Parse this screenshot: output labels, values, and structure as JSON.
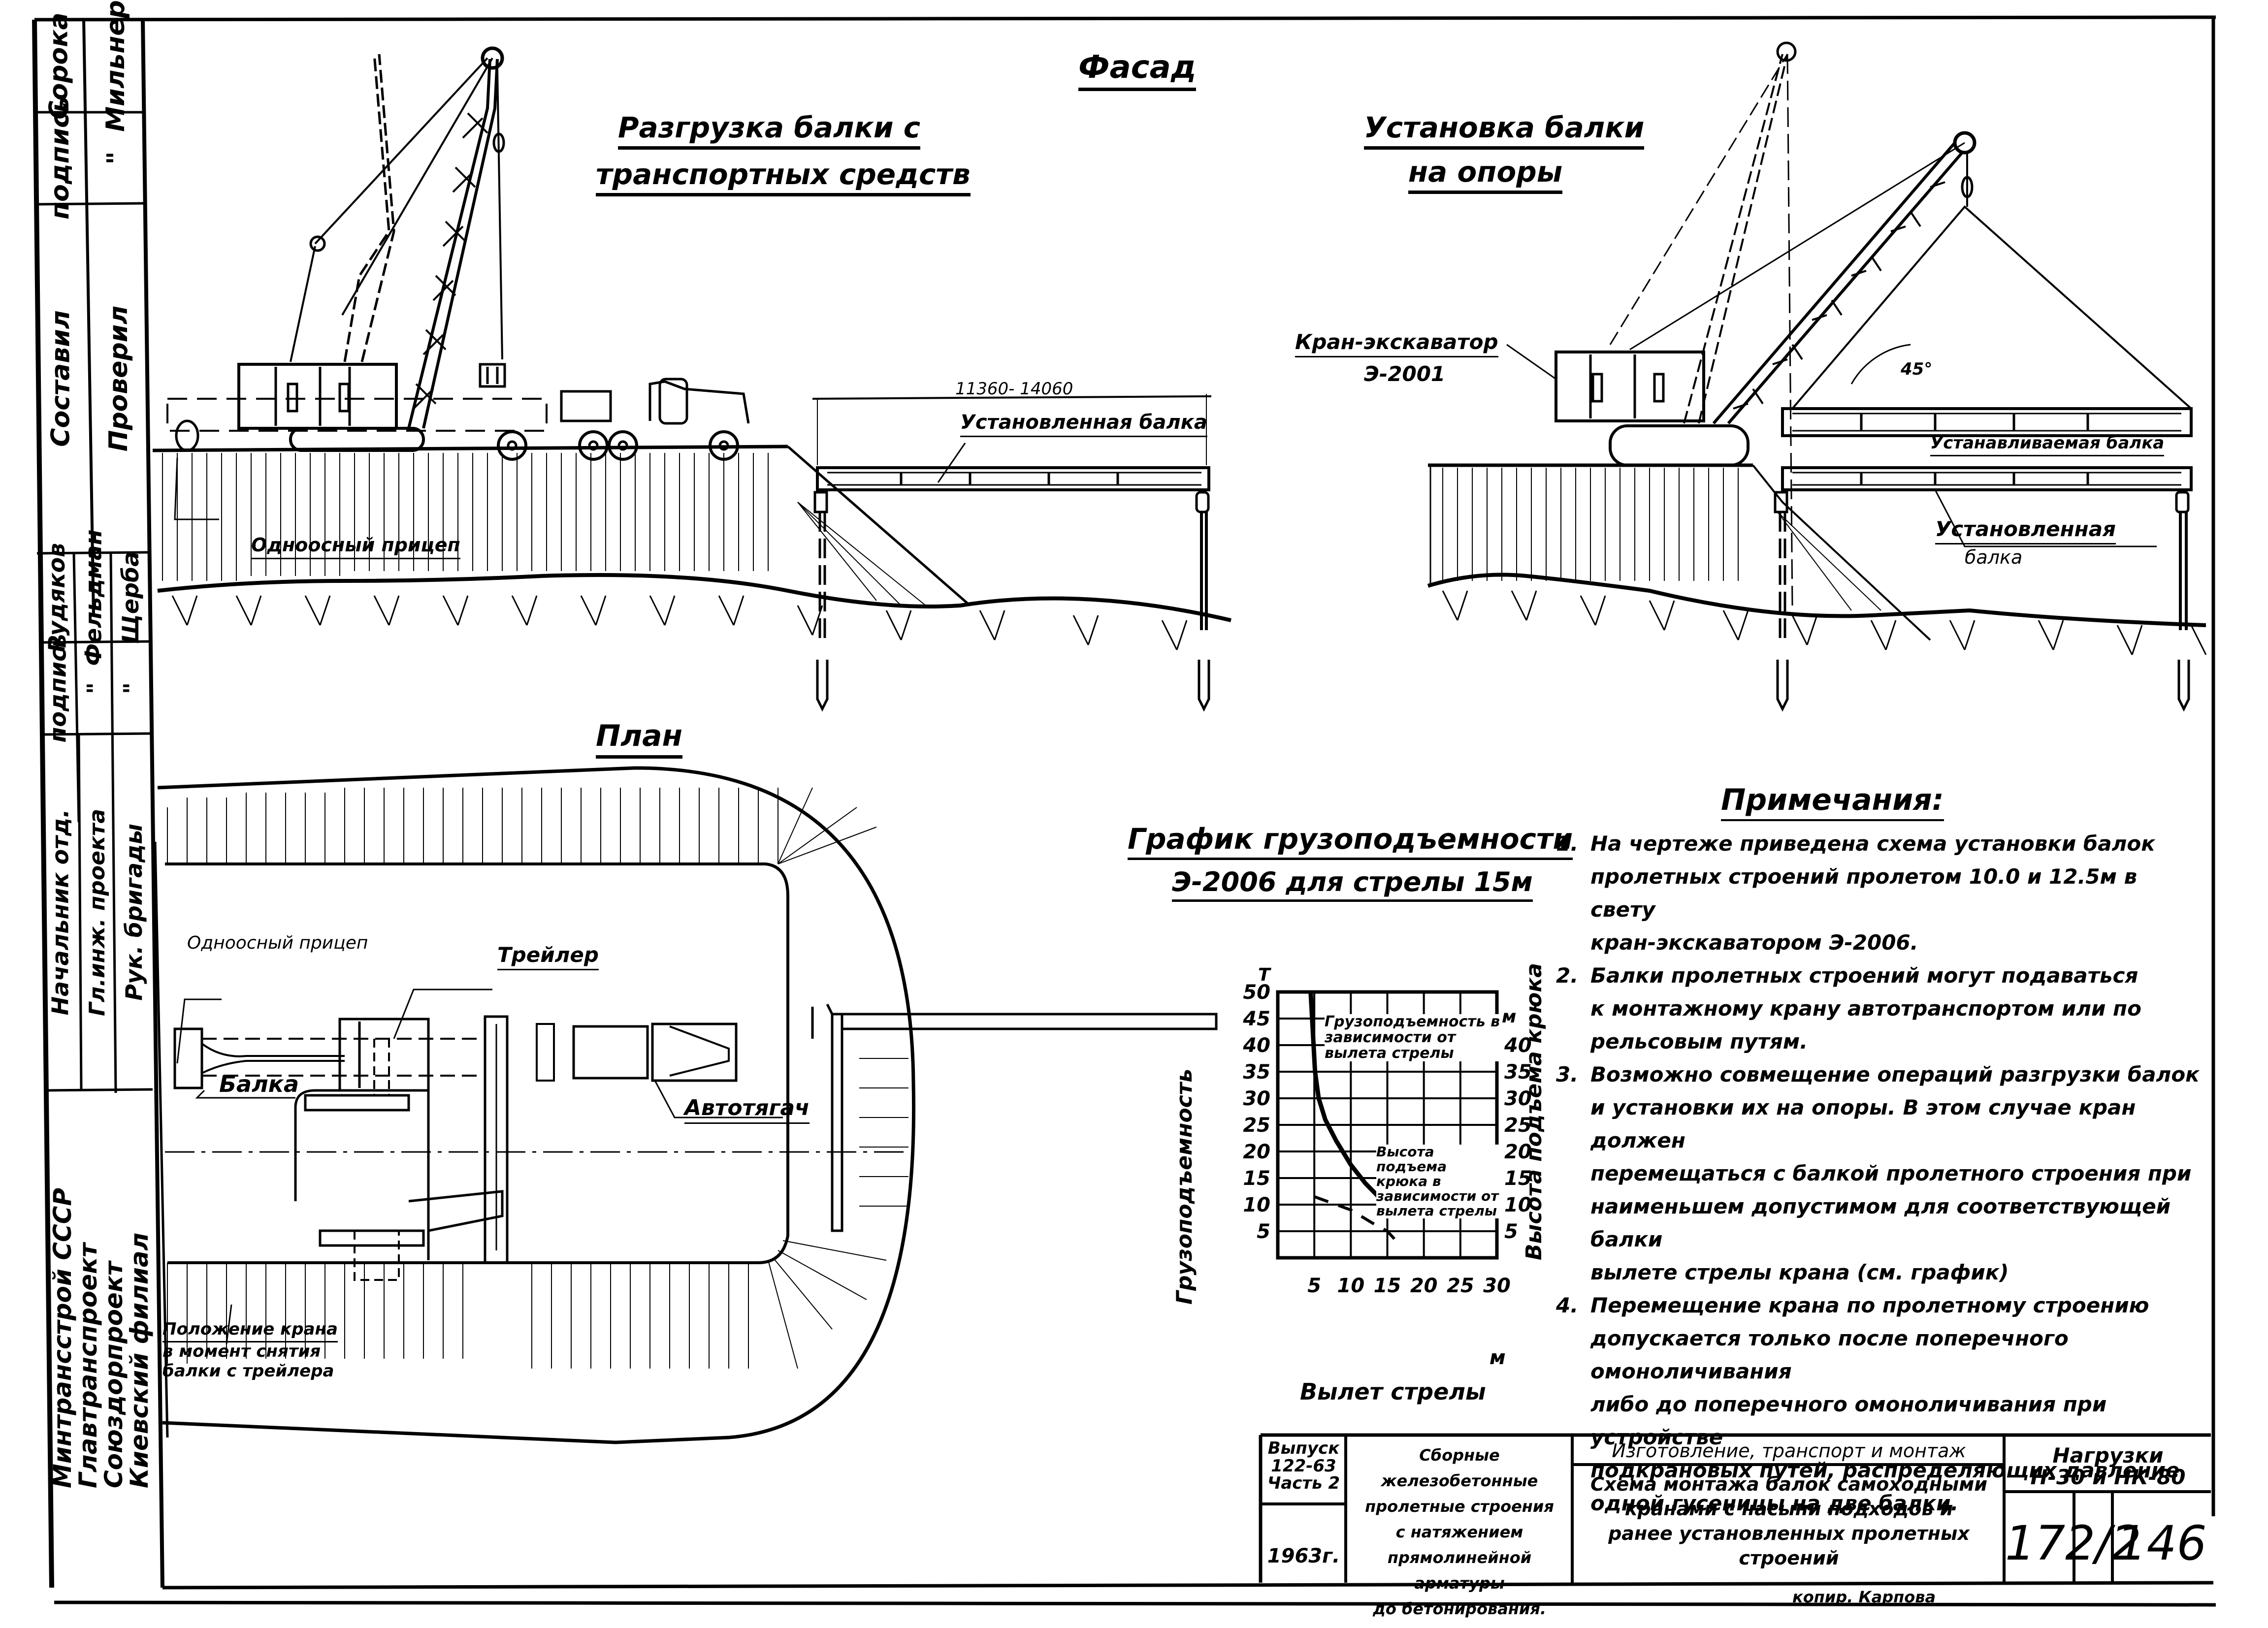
{
  "drawing": {
    "main_title": "Фасад",
    "facade_left_title": [
      "Разгрузка балки с",
      "транспортных средств"
    ],
    "facade_right_title": [
      "Установка балки",
      "на опоры"
    ],
    "plan_title": "План",
    "labels": {
      "dimension": "11360- 14060",
      "installed_beam": "Установленная балка",
      "single_axle_trailer": "Одноосный прицеп",
      "crane_excavator": [
        "Кран-экскаватор",
        "Э-2001"
      ],
      "angle": "45°",
      "beam_being_installed": "Устанавливаемая балка",
      "installed_beam_right": [
        "Установленная",
        "балка"
      ],
      "plan_single_axle_trailer": "Одноосный прицеп",
      "plan_trailer": "Трейлер",
      "plan_beam": "Балка",
      "plan_tractor": "Автотягач",
      "plan_crane_position": [
        "Положение крана",
        "в момент снятия",
        "балки с трейлера"
      ]
    }
  },
  "stamp": {
    "row1": [
      "Сорока",
      "Мильнер"
    ],
    "row2": [
      "подпись",
      "\""
    ],
    "row3": [
      "Составил",
      "Проверил"
    ],
    "row4": [
      "Рудяков",
      "Фельдман",
      "Щерба"
    ],
    "row5": [
      "подпись",
      "\"",
      "\""
    ],
    "row6": [
      "Начальник отд.",
      "Гл.инж. проекта",
      "Рук. бригады"
    ],
    "org": [
      "Минтрансстрой СССР",
      "Главтранспроект",
      "Союздорпроект",
      "Киевский филиал"
    ]
  },
  "notes": {
    "heading": "Примечания:",
    "items": [
      {
        "num": "1.",
        "lines": [
          "На чертеже приведена схема установки балок",
          "пролетных строений пролетом 10.0 и 12.5м в свету",
          "кран-экскаватором Э-2006."
        ]
      },
      {
        "num": "2.",
        "lines": [
          "Балки пролетных строений могут подаваться",
          "к монтажному крану автотранспортом или по",
          "рельсовым путям."
        ]
      },
      {
        "num": "3.",
        "lines": [
          "Возможно совмещение операций разгрузки балок",
          "и установки их на опоры. В этом случае кран должен",
          "перемещаться с балкой пролетного строения при",
          "наименьшем допустимом для соответствующей балки",
          "вылете стрелы крана (см. график)"
        ]
      },
      {
        "num": "4.",
        "lines": [
          "Перемещение крана по пролетному строению",
          "допускается только после поперечного омоноличивания",
          "либо до поперечного омоноличивания при устройстве",
          "подкрановых путей, распределяющих давление",
          "одной гусеницы на две балки."
        ]
      }
    ]
  },
  "chart_data": {
    "type": "line",
    "title": [
      "График грузоподъемности",
      "Э-2006 для стрелы 15м"
    ],
    "xlabel": "Вылет стрелы",
    "x_unit": "м",
    "ylabel_left": "Грузоподъемность",
    "y_left_unit": "Т",
    "ylabel_right": "Высота подъема крюка",
    "y_right_unit": "м",
    "xlim": [
      0,
      30
    ],
    "ylim": [
      0,
      50
    ],
    "x_ticks": [
      5,
      10,
      15,
      20,
      25,
      30
    ],
    "y_left_ticks": [
      5,
      10,
      15,
      20,
      25,
      30,
      35,
      40,
      45,
      50
    ],
    "y_right_ticks": [
      5,
      10,
      15,
      20,
      25,
      30,
      35,
      40
    ],
    "grid": true,
    "series": [
      {
        "name": "Грузоподъемность в зависимости от вылета стрелы",
        "style": "solid",
        "x": [
          4.5,
          4.7,
          4.9,
          5.1,
          5.6,
          6.5,
          8,
          10,
          12,
          14,
          15
        ],
        "y": [
          50,
          45,
          40,
          35,
          30,
          26,
          22,
          17.5,
          14,
          11.2,
          10
        ]
      },
      {
        "name": "Высота подъема крюка в зависимости от вылета стрелы",
        "style": "dashed",
        "x": [
          5,
          7,
          10,
          13,
          15,
          16
        ],
        "y": [
          11.5,
          10.5,
          9,
          6.5,
          5,
          3.5
        ]
      }
    ],
    "annotations": [
      "Грузоподъемность в зависимости от вылета стрелы",
      "Высота подъема крюка в зависимости от вылета стрелы"
    ]
  },
  "title_block": {
    "issue": [
      "Выпуск",
      "122-63",
      "Часть 2"
    ],
    "year": "1963г.",
    "series_title": [
      "Сборные железобетонные",
      "пролетные строения",
      "с натяжением",
      "прямолинейной арматуры",
      "до бетонирования."
    ],
    "section": "Изготовление, транспорт и монтаж",
    "sheet_title": [
      "Схема монтажа балок самоходными",
      "кранами с насыпи подходов и",
      "ранее установленных пролетных",
      "строений"
    ],
    "loads": [
      "Нагрузки",
      "Н-30 и НК-80"
    ],
    "sheet_number": "172/2",
    "page_number": "146",
    "copied_by": "копир. Карпова"
  }
}
